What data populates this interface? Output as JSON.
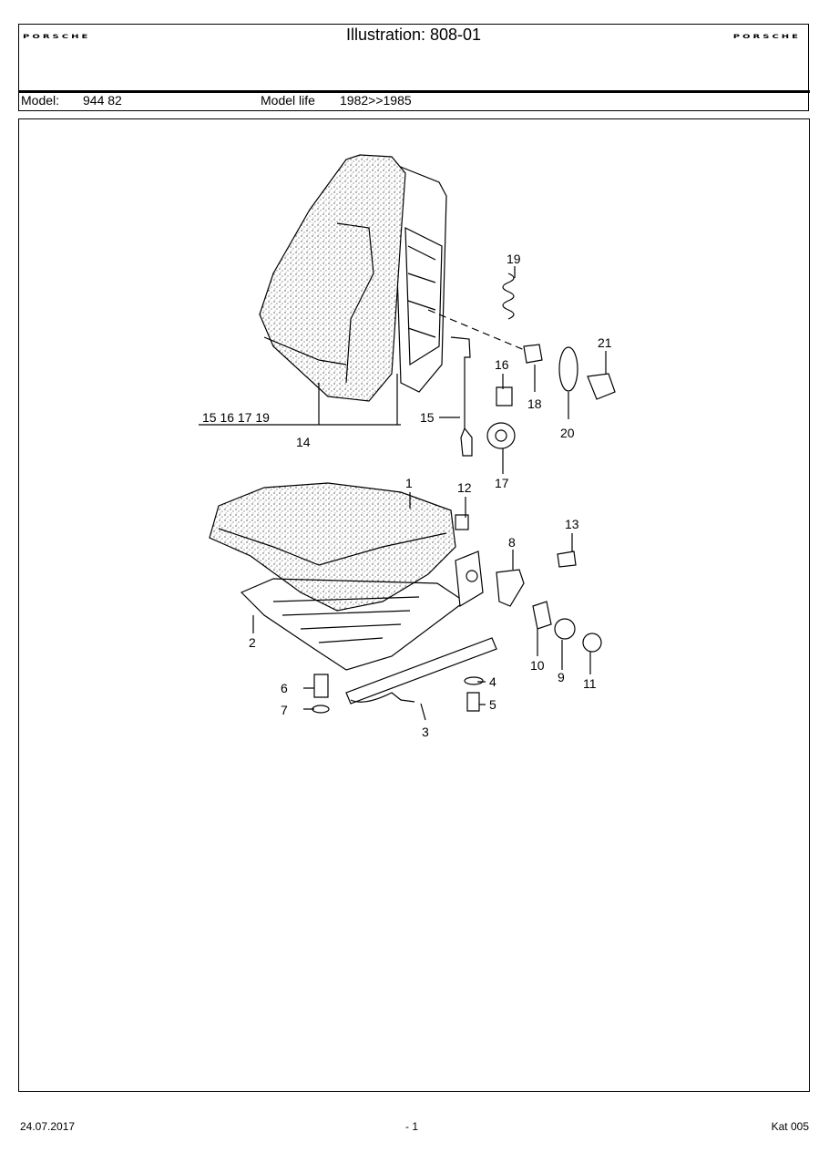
{
  "header": {
    "logo_left": "PORSCHE",
    "title": "Illustration: 808-01",
    "logo_right": "PORSCHE"
  },
  "model": {
    "model_label": "Model:",
    "model_value": "944 82",
    "life_label": "Model life",
    "life_value": "1982>>1985"
  },
  "callouts": [
    "1",
    "2",
    "3",
    "4",
    "5",
    "6",
    "7",
    "8",
    "9",
    "10",
    "11",
    "12",
    "13",
    "14",
    "15",
    "16",
    "17",
    "18",
    "19",
    "20",
    "21",
    "15 16 17 19"
  ],
  "footer": {
    "date": "24.07.2017",
    "page": "- 1",
    "catalog": "Kat 005"
  }
}
